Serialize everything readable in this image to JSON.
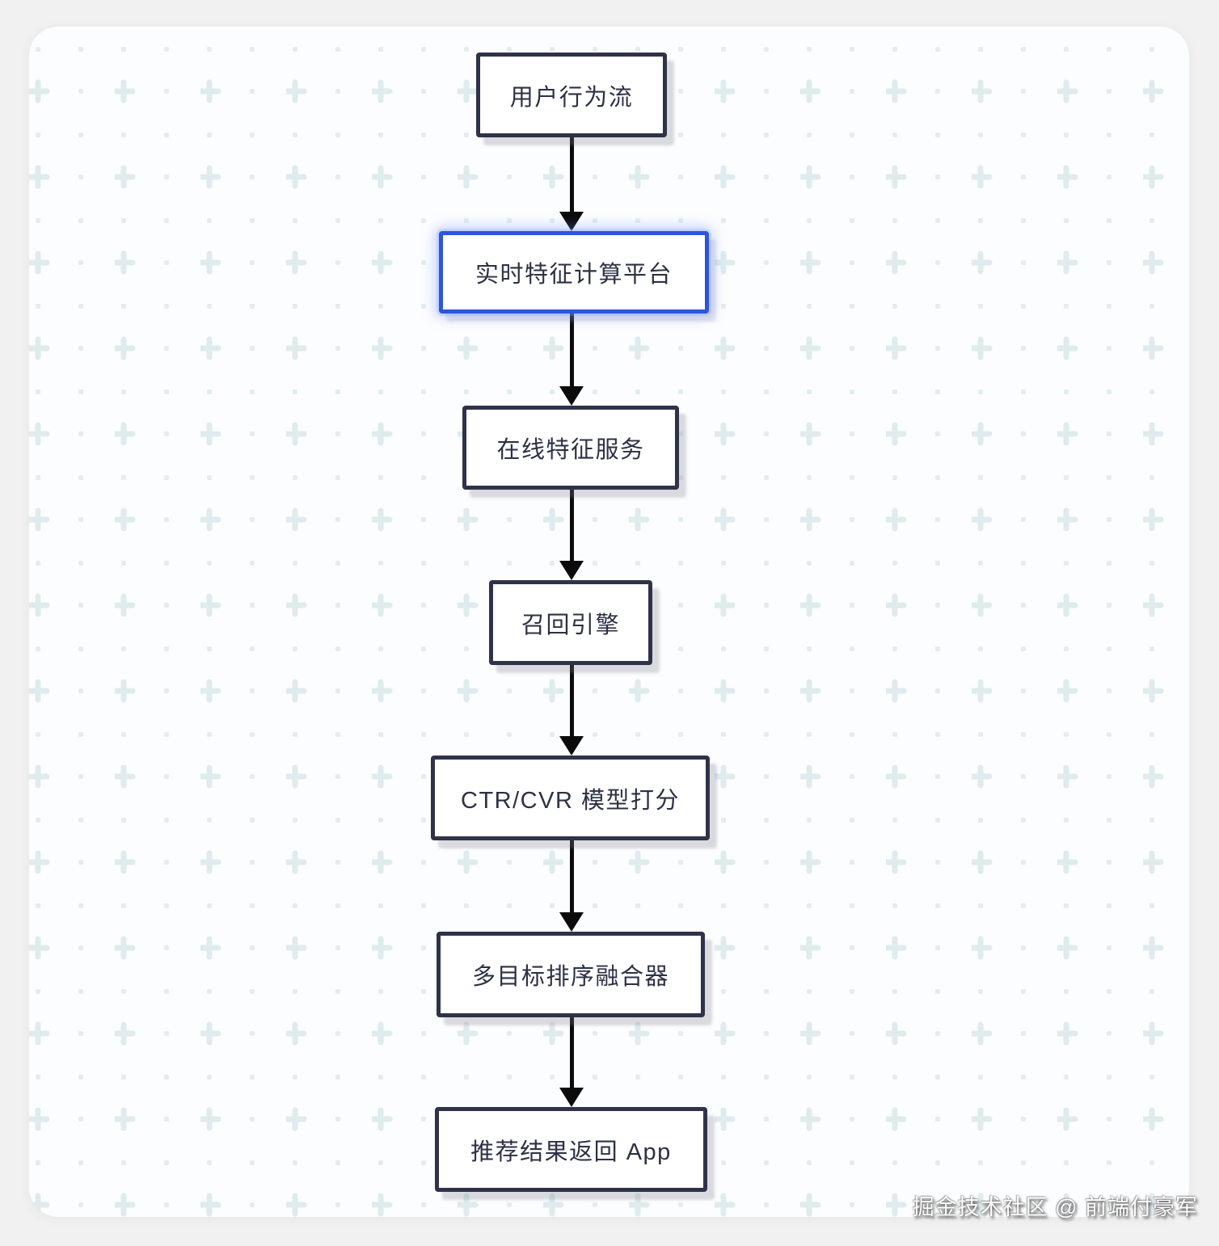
{
  "diagram": {
    "nodes": [
      {
        "id": "user-behavior-stream",
        "label": "用户行为流",
        "highlighted": false
      },
      {
        "id": "realtime-feature-platform",
        "label": "实时特征计算平台",
        "highlighted": true
      },
      {
        "id": "online-feature-service",
        "label": "在线特征服务",
        "highlighted": false
      },
      {
        "id": "recall-engine",
        "label": "召回引擎",
        "highlighted": false
      },
      {
        "id": "ctr-cvr-model-scoring",
        "label": "CTR/CVR 模型打分",
        "highlighted": false
      },
      {
        "id": "multi-objective-ranker",
        "label": "多目标排序融合器",
        "highlighted": false
      },
      {
        "id": "results-return-app",
        "label": "推荐结果返回 App",
        "highlighted": false
      }
    ],
    "edges": [
      {
        "from": "user-behavior-stream",
        "to": "realtime-feature-platform"
      },
      {
        "from": "realtime-feature-platform",
        "to": "online-feature-service"
      },
      {
        "from": "online-feature-service",
        "to": "recall-engine"
      },
      {
        "from": "recall-engine",
        "to": "ctr-cvr-model-scoring"
      },
      {
        "from": "ctr-cvr-model-scoring",
        "to": "multi-objective-ranker"
      },
      {
        "from": "multi-objective-ranker",
        "to": "results-return-app"
      }
    ],
    "colors": {
      "node_border": "#2e3349",
      "node_text": "#2c3145",
      "highlight_border": "#2b55e0",
      "arrow": "#0b0b0c",
      "canvas_bg": "#fcfdfe",
      "outer_bg": "#f1f1f1",
      "pattern_plus": "#dfebed",
      "pattern_dot": "#e3edef"
    }
  },
  "watermark": {
    "text": "掘金技术社区 @ 前端付豪军"
  }
}
